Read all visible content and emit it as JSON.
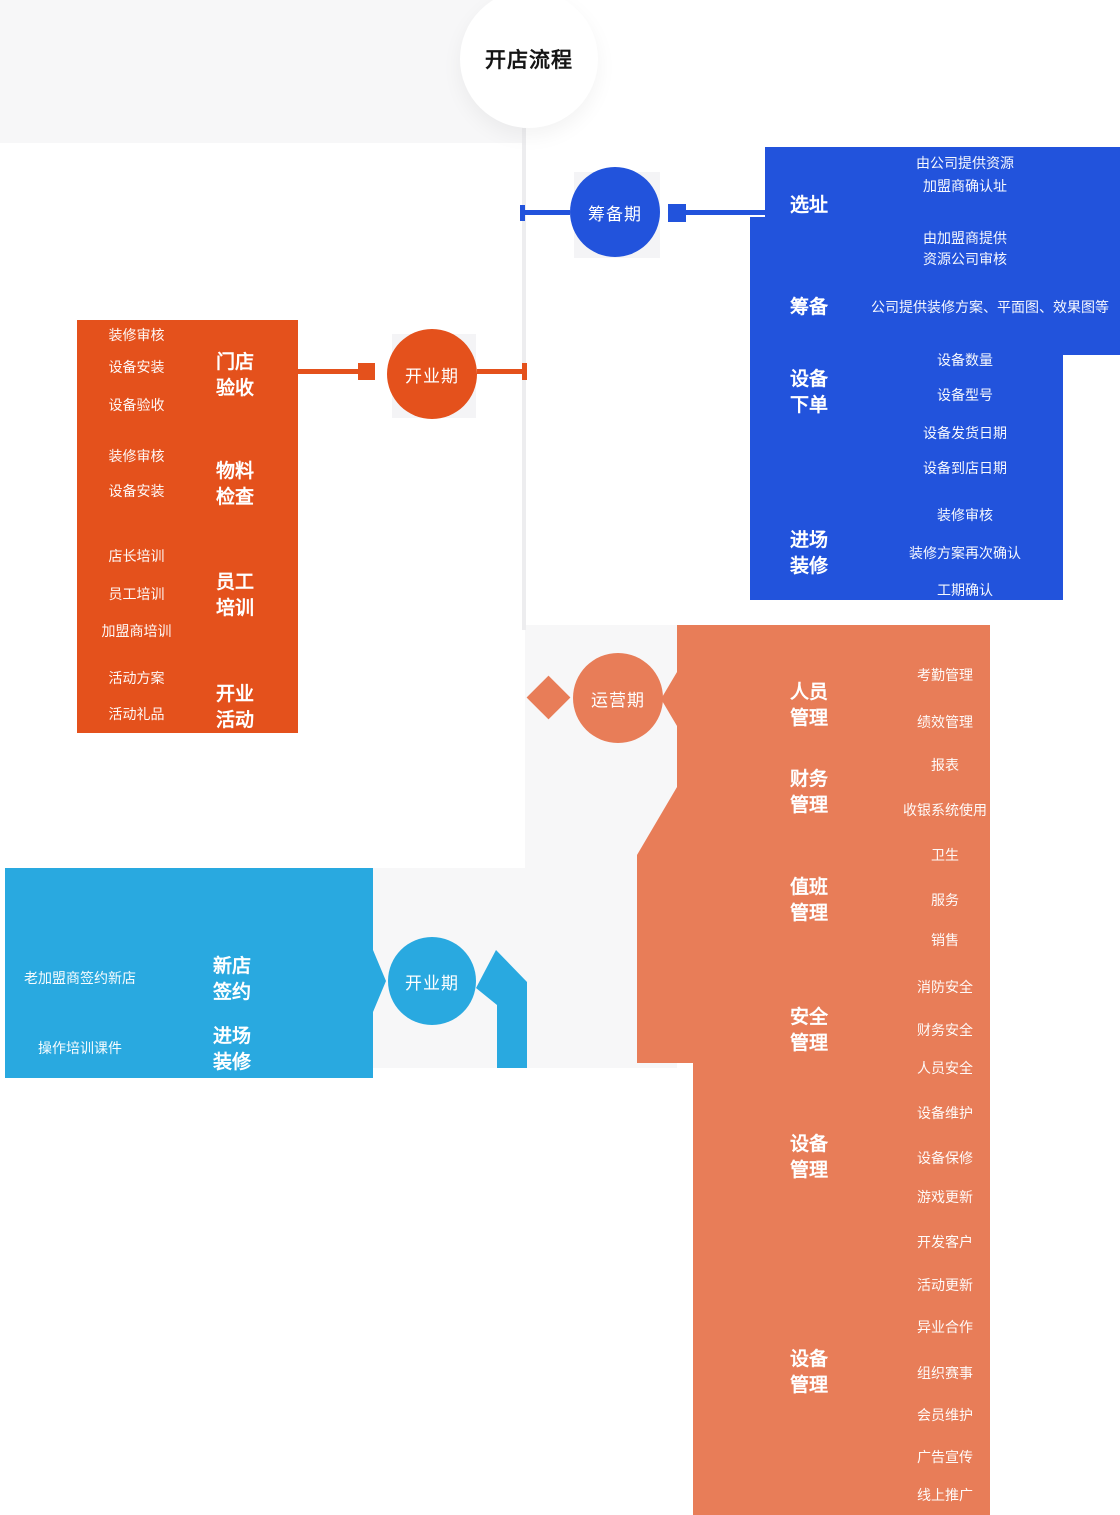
{
  "title": "开店流程",
  "stages": {
    "preparation": {
      "label": "筹备期"
    },
    "opening": {
      "label": "开业期"
    },
    "operation": {
      "label": "运营期"
    },
    "opening_new": {
      "label": "开业期"
    }
  },
  "colors": {
    "blue": "#2253dc",
    "orange": "#e4511c",
    "salmon": "#e87d58",
    "cyan": "#29a9e0",
    "panel_gray": "#f7f7f8"
  },
  "blue_box": {
    "sections": [
      {
        "label_lines": [
          "选址"
        ],
        "items": [
          "由公司提供资源",
          "加盟商确认址",
          "由加盟商提供",
          "资源公司审核"
        ]
      },
      {
        "label_lines": [
          "筹备"
        ],
        "items": [
          "公司提供装修方案、平面图、效果图等"
        ]
      },
      {
        "label_lines": [
          "设备",
          "下单"
        ],
        "items": [
          "设备数量",
          "设备型号",
          "设备发货日期",
          "设备到店日期"
        ]
      },
      {
        "label_lines": [
          "进场",
          "装修"
        ],
        "items": [
          "装修审核",
          "装修方案再次确认",
          "工期确认"
        ]
      }
    ]
  },
  "orange_box": {
    "sections": [
      {
        "label_lines": [
          "门店",
          "验收"
        ],
        "items": [
          "装修审核",
          "设备安装",
          "设备验收"
        ]
      },
      {
        "label_lines": [
          "物料",
          "检查"
        ],
        "items": [
          "装修审核",
          "设备安装"
        ]
      },
      {
        "label_lines": [
          "员工",
          "培训"
        ],
        "items": [
          "店长培训",
          "员工培训",
          "加盟商培训"
        ]
      },
      {
        "label_lines": [
          "开业",
          "活动"
        ],
        "items": [
          "活动方案",
          "活动礼品"
        ]
      }
    ]
  },
  "salmon_box": {
    "sections": [
      {
        "label_lines": [
          "人员",
          "管理"
        ],
        "items": [
          "考勤管理",
          "绩效管理"
        ]
      },
      {
        "label_lines": [
          "财务",
          "管理"
        ],
        "items": [
          "报表",
          "收银系统使用"
        ]
      },
      {
        "label_lines": [
          "值班",
          "管理"
        ],
        "items": [
          "卫生",
          "服务",
          "销售"
        ]
      },
      {
        "label_lines": [
          "安全",
          "管理"
        ],
        "items": [
          "消防安全",
          "财务安全",
          "人员安全"
        ]
      },
      {
        "label_lines": [
          "设备",
          "管理"
        ],
        "items": [
          "设备维护",
          "设备保修",
          "游戏更新"
        ]
      },
      {
        "label_lines": [
          "设备",
          "管理"
        ],
        "items": [
          "开发客户",
          "活动更新",
          "异业合作",
          "组织赛事",
          "会员维护",
          "广告宣传",
          "线上推广"
        ]
      }
    ]
  },
  "cyan_box": {
    "sections": [
      {
        "label_lines": [
          "新店",
          "签约"
        ],
        "items": [
          "老加盟商签约新店"
        ]
      },
      {
        "label_lines": [
          "进场",
          "装修"
        ],
        "items": [
          "操作培训课件"
        ]
      }
    ]
  }
}
